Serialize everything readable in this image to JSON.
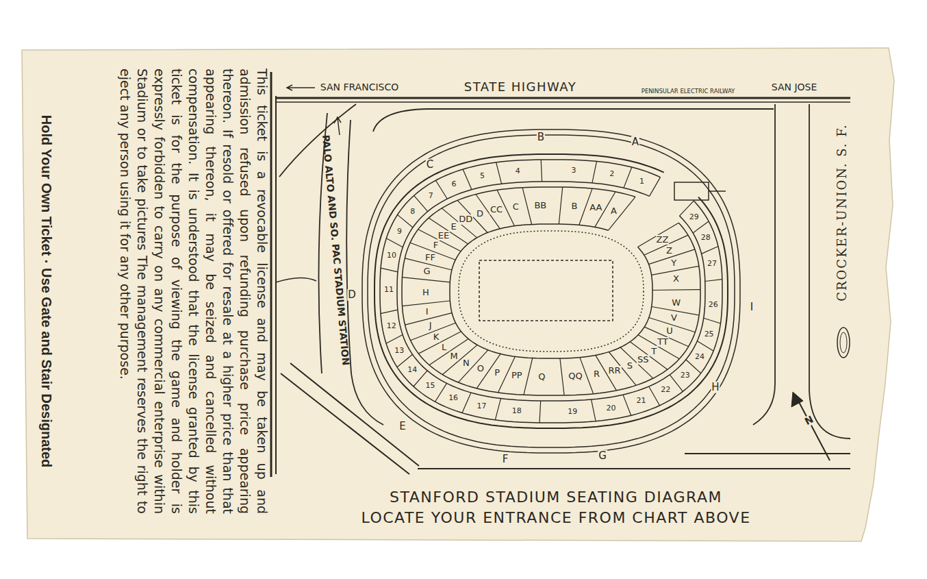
{
  "diagram": {
    "title": "STANFORD STADIUM SEATING DIAGRAM",
    "caption": "LOCATE YOUR ENTRANCE FROM CHART ABOVE",
    "labels": [
      "This ticket is a revocable license and may be taken up and admission refused upon refunding purchase price appearing thereon. If resold or offered for resale at a higher price than that appearing thereon, it may be seized and cancelled without compensation. It is understood that the license granted by this ticket is for the purpose of viewing the game and holder is expressly forbidden to carry on any commercial enterprise within Stadium or to take pictures The management reserves the right to eject any person using it for any other purpose.",
      "Hold Your Own Ticket · Use Gate and Stair Designated",
      "SAN FRANCISCO",
      "STATE HIGHWAY",
      "PENINSULAR ELECTRIC RAILWAY",
      "SAN JOSE",
      "PALO ALTO AND SO. PAC STADIUM STATION",
      "CROCKER-UNION. S. F.",
      "N",
      "A",
      "B",
      "C",
      "D",
      "E",
      "F",
      "G",
      "H",
      "I",
      "1",
      "2",
      "3",
      "4",
      "5",
      "6",
      "7",
      "8",
      "9",
      "10",
      "11",
      "12",
      "13",
      "14",
      "15",
      "16",
      "17",
      "18",
      "19",
      "20",
      "21",
      "22",
      "23",
      "24",
      "25",
      "26",
      "27",
      "28",
      "29",
      "A",
      "AA",
      "B",
      "BB",
      "C",
      "CC",
      "D",
      "DD",
      "E",
      "EE",
      "F",
      "FF",
      "G",
      "H",
      "I",
      "J",
      "K",
      "L",
      "M",
      "N",
      "O",
      "P",
      "PP",
      "Q",
      "QQ",
      "R",
      "RR",
      "S",
      "SS",
      "T",
      "TT",
      "U",
      "V",
      "W",
      "X",
      "Y",
      "Z",
      "ZZ"
    ]
  }
}
